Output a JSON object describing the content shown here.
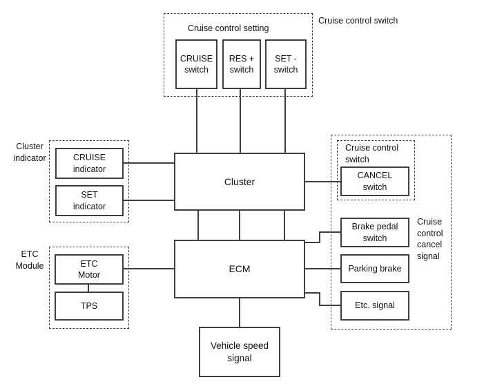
{
  "colors": {
    "line": "#3f3f3f",
    "text": "#111111",
    "background": "#ffffff"
  },
  "groups": {
    "cruise_setting": {
      "label": "Cruise control setting"
    },
    "cruise_switch_top": {
      "label": "Cruise control switch"
    },
    "cluster_indicator": {
      "lines": [
        "Cluster",
        "indicator"
      ]
    },
    "cruise_switch_right": {
      "lines": [
        "Cruise control",
        "switch"
      ]
    },
    "cancel_signal": {
      "lines": [
        "Cruise",
        "control",
        "cancel",
        "signal"
      ]
    },
    "etc_module": {
      "lines": [
        "ETC",
        "Module"
      ]
    }
  },
  "nodes": {
    "cruise_switch": {
      "lines": [
        "CRUISE",
        "switch"
      ]
    },
    "res_switch": {
      "lines": [
        "RES +",
        "switch"
      ]
    },
    "set_switch": {
      "lines": [
        "SET -",
        "switch"
      ]
    },
    "cluster": {
      "label": "Cluster"
    },
    "cruise_indicator": {
      "lines": [
        "CRUISE",
        "indicator"
      ]
    },
    "set_indicator": {
      "lines": [
        "SET",
        "indicator"
      ]
    },
    "cancel_switch": {
      "lines": [
        "CANCEL",
        "switch"
      ]
    },
    "brake_pedal_switch": {
      "lines": [
        "Brake pedal",
        "switch"
      ]
    },
    "parking_brake": {
      "label": "Parking brake"
    },
    "etc_signal": {
      "label": "Etc. signal"
    },
    "ecm": {
      "label": "ECM"
    },
    "etc_motor": {
      "lines": [
        "ETC",
        "Motor"
      ]
    },
    "tps": {
      "label": "TPS"
    },
    "vehicle_speed_signal": {
      "lines": [
        "Vehicle speed",
        "signal"
      ]
    }
  }
}
